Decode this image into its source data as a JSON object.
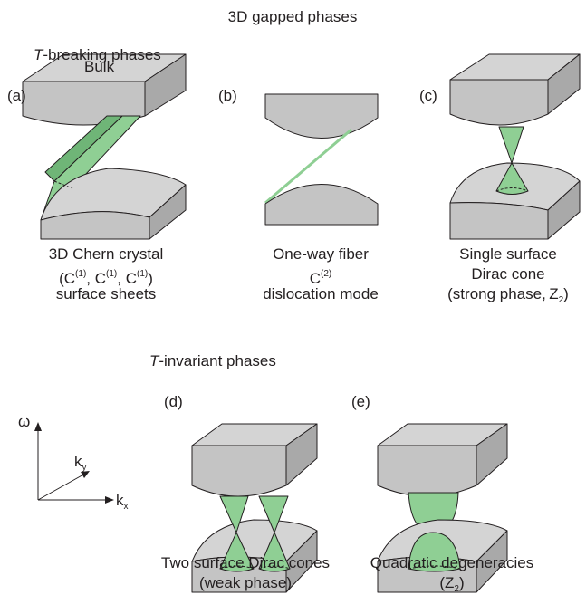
{
  "title": "3D gapped phases",
  "section_breaking": {
    "symbol": "T",
    "text": "-breaking phases"
  },
  "section_invariant": {
    "symbol": "T",
    "text": "-invariant phases"
  },
  "panels": {
    "a": {
      "tag": "(a)",
      "bulk": "Bulk",
      "caption1": "3D Chern crystal",
      "caption2": {
        "open": "(C",
        "s1": "(1)",
        "m1": ", C",
        "s2": "(1)",
        "m2": ", C",
        "s3": "(1)",
        "close": ")"
      },
      "caption3": "surface sheets"
    },
    "b": {
      "tag": "(b)",
      "caption1": "One-way fiber",
      "caption2": {
        "base": "C",
        "sup": "(2)"
      },
      "caption3": "dislocation mode"
    },
    "c": {
      "tag": "(c)",
      "caption1": "Single surface",
      "caption2": "Dirac cone",
      "caption3": {
        "text": "(strong phase, Z",
        "sub": "2",
        "close": ")"
      }
    },
    "d": {
      "tag": "(d)",
      "caption1": "Two surface Dirac cones",
      "caption2": "(weak phase)"
    },
    "e": {
      "tag": "(e)",
      "caption1": "Quadratic degeneracies",
      "caption2": {
        "open": "(Z",
        "sub": "2",
        "close": ")"
      }
    }
  },
  "axes": {
    "omega": "ω",
    "ky": {
      "base": "k",
      "sub": "y"
    },
    "kx": {
      "base": "k",
      "sub": "x"
    }
  },
  "colors": {
    "block_fill": "#c8c8c8",
    "block_top": "#d4d4d4",
    "outline": "#231f20",
    "surface": "#8fcf94",
    "surface_dark": "#6fb577"
  }
}
